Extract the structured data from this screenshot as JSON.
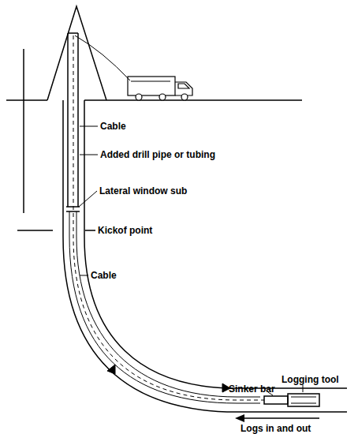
{
  "diagram": {
    "labels": [
      "Cable",
      "Added drill pipe or tubing",
      "Lateral window sub",
      "Kickof point",
      "Cable",
      "Logging tool",
      "Sinker bar",
      "Logs in and out"
    ]
  }
}
